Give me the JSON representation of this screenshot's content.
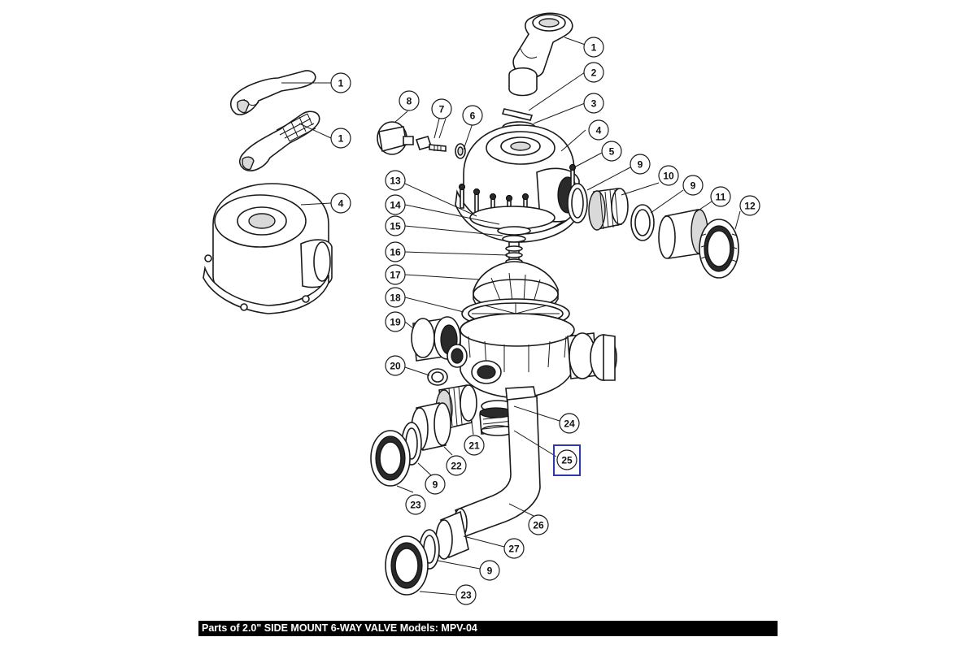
{
  "caption": "Parts of 2.0\" SIDE MOUNT 6-WAY VALVE Models: MPV-04",
  "highlight_color": "#2b3aa8",
  "callouts": [
    {
      "id": "c1a",
      "label": "1"
    },
    {
      "id": "c1b",
      "label": "1"
    },
    {
      "id": "c1c",
      "label": "1"
    },
    {
      "id": "c2",
      "label": "2"
    },
    {
      "id": "c3",
      "label": "3"
    },
    {
      "id": "c4a",
      "label": "4"
    },
    {
      "id": "c4b",
      "label": "4"
    },
    {
      "id": "c5",
      "label": "5"
    },
    {
      "id": "c6",
      "label": "6"
    },
    {
      "id": "c7",
      "label": "7"
    },
    {
      "id": "c8",
      "label": "8"
    },
    {
      "id": "c9a",
      "label": "9"
    },
    {
      "id": "c9b",
      "label": "9"
    },
    {
      "id": "c9c",
      "label": "9"
    },
    {
      "id": "c9d",
      "label": "9"
    },
    {
      "id": "c10",
      "label": "10"
    },
    {
      "id": "c11",
      "label": "11"
    },
    {
      "id": "c12",
      "label": "12"
    },
    {
      "id": "c13",
      "label": "13"
    },
    {
      "id": "c14",
      "label": "14"
    },
    {
      "id": "c15",
      "label": "15"
    },
    {
      "id": "c16",
      "label": "16"
    },
    {
      "id": "c17",
      "label": "17"
    },
    {
      "id": "c18",
      "label": "18"
    },
    {
      "id": "c19",
      "label": "19"
    },
    {
      "id": "c20",
      "label": "20"
    },
    {
      "id": "c21",
      "label": "21"
    },
    {
      "id": "c22",
      "label": "22"
    },
    {
      "id": "c23a",
      "label": "23"
    },
    {
      "id": "c23b",
      "label": "23"
    },
    {
      "id": "c24",
      "label": "24"
    },
    {
      "id": "c25",
      "label": "25"
    },
    {
      "id": "c26",
      "label": "26"
    },
    {
      "id": "c27",
      "label": "27"
    }
  ],
  "highlighted_callout": "25"
}
